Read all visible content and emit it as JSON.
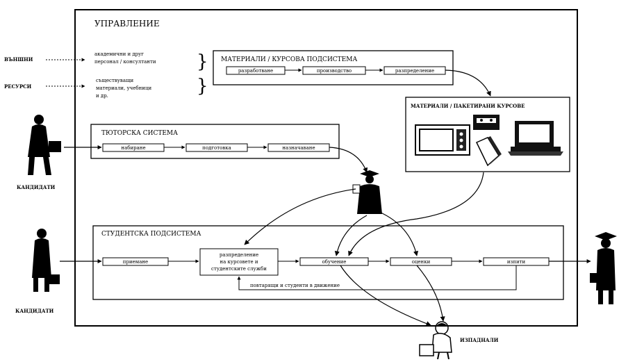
{
  "main_title": "УПРАВЛЕНИЕ",
  "external": {
    "label": "ВЪНШНИ",
    "text_line1": "академични и друг",
    "text_line2": "персонал / консултанти"
  },
  "resources": {
    "label": "РЕСУРСИ",
    "text_line1": "съществуващи",
    "text_line2": "материали, учебници",
    "text_line3": "и др."
  },
  "materials_subsystem": {
    "title": "МАТЕРИАЛИ / КУРСОВА ПОДСИСТЕМА",
    "steps": [
      "разработване",
      "производство",
      "разпределение"
    ]
  },
  "packaged_courses": {
    "title": "МАТЕРИАЛИ / ПАКЕТИРАНИ КУРСОВЕ"
  },
  "tutor_system": {
    "title": "ТЮТОРСКА СИСТЕМА",
    "steps": [
      "набиране",
      "подготовка",
      "назначаване"
    ]
  },
  "student_subsystem": {
    "title": "СТУДЕНТСКА ПОДСИСТЕМА",
    "steps": [
      "приемане",
      "обучение",
      "оценки",
      "изпити"
    ],
    "distribution_line1": "разпределение",
    "distribution_line2": "на курсовете и",
    "distribution_line3": "студентските служби",
    "feedback_label": "повтарящи и студенти в движение"
  },
  "candidates_top": "КАНДИДАТИ",
  "candidates_bottom": "КАНДИДАТИ",
  "dropouts": "ИЗПАДНАЛИ"
}
